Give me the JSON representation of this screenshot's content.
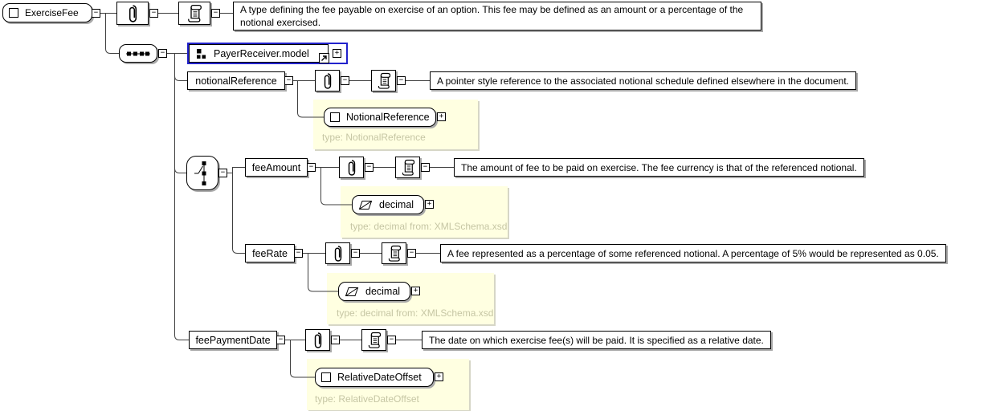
{
  "glyphs": {
    "collapse": "−",
    "expand": "+"
  },
  "root": {
    "label": "ExerciseFee",
    "doc": "A type defining the fee payable on exercise of an option. This fee may be defined as an amount or a percentage of the notional exercised."
  },
  "model_group": {
    "label": "PayerReceiver.model"
  },
  "elements": [
    {
      "name": "notionalReference",
      "doc": "A pointer style reference to the associated notional schedule defined elsewhere in the document.",
      "type": {
        "label": "NotionalReference",
        "note": "type: NotionalReference"
      }
    },
    {
      "name": "feeAmount",
      "doc": "The amount of fee to be paid on exercise. The fee currency is that of the referenced notional.",
      "type": {
        "label": "decimal",
        "note": "type: decimal from: XMLSchema.xsd"
      }
    },
    {
      "name": "feeRate",
      "doc": "A fee represented as a percentage of some referenced notional. A percentage of 5% would be represented as 0.05.",
      "type": {
        "label": "decimal",
        "note": "type: decimal from: XMLSchema.xsd"
      }
    },
    {
      "name": "feePaymentDate",
      "doc": "The date on which exercise fee(s) will be paid. It is specified as a relative date.",
      "type": {
        "label": "RelativeDateOffset",
        "note": "type: RelativeDateOffset"
      }
    }
  ],
  "colors": {
    "panel": "#ffffe1",
    "model_border": "#2222cc",
    "type_note": "#c6c6a4",
    "wire": "#3f3f3f"
  }
}
